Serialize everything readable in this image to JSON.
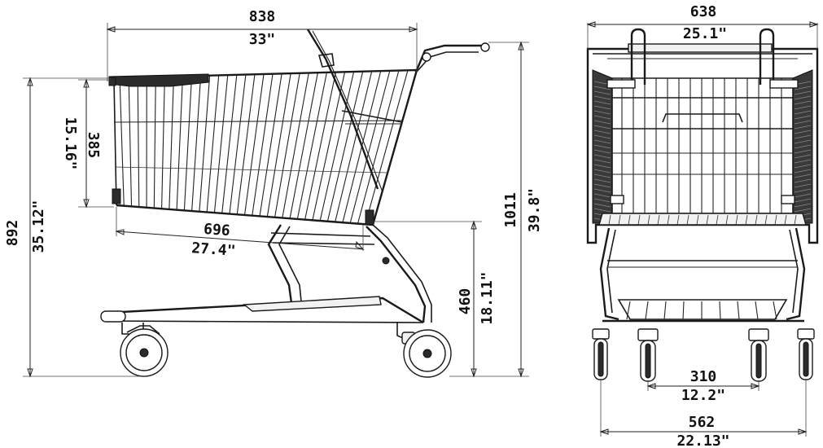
{
  "side_view": {
    "overall_length": {
      "mm": "838",
      "in": "33\""
    },
    "basket_depth": {
      "mm": "385",
      "in": "15.16\""
    },
    "overall_height_left": {
      "mm": "892",
      "in": "35.12\""
    },
    "basket_bottom_length": {
      "mm": "696",
      "in": "27.4\""
    },
    "basket_floor_height": {
      "mm": "460",
      "in": "18.11\""
    },
    "total_height": {
      "mm": "1011",
      "in": "39.8\""
    }
  },
  "front_view": {
    "overall_width": {
      "mm": "638",
      "in": "25.1\""
    },
    "inner_wheel_track": {
      "mm": "310",
      "in": "12.2\""
    },
    "outer_wheel_track": {
      "mm": "562",
      "in": "22.13\""
    }
  }
}
